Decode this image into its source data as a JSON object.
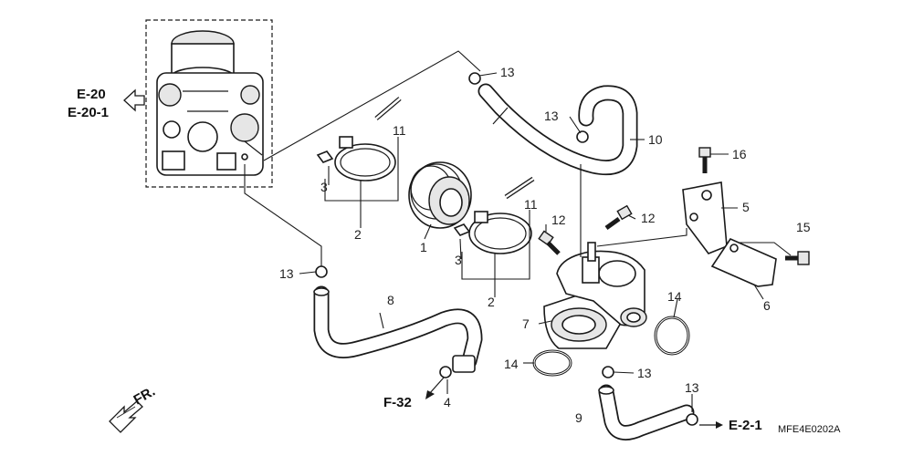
{
  "callouts": {
    "c1": "1",
    "c2a": "2",
    "c2b": "2",
    "c3a": "3",
    "c3b": "3",
    "c4": "4",
    "c5": "5",
    "c6": "6",
    "c7": "7",
    "c8": "8",
    "c9": "9",
    "c10": "10",
    "c11a": "11",
    "c11b": "11",
    "c12a": "12",
    "c12b": "12",
    "c13a": "13",
    "c13b": "13",
    "c13c": "13",
    "c13d": "13",
    "c13e": "13",
    "c14a": "14",
    "c14b": "14",
    "c15": "15",
    "c16": "16"
  },
  "references": {
    "e20": "E-20",
    "e20_1": "E-20-1",
    "f32": "F-32",
    "e2_1": "E-2-1"
  },
  "direction_label": "FR.",
  "diagram_code": "MFE4E0202A"
}
